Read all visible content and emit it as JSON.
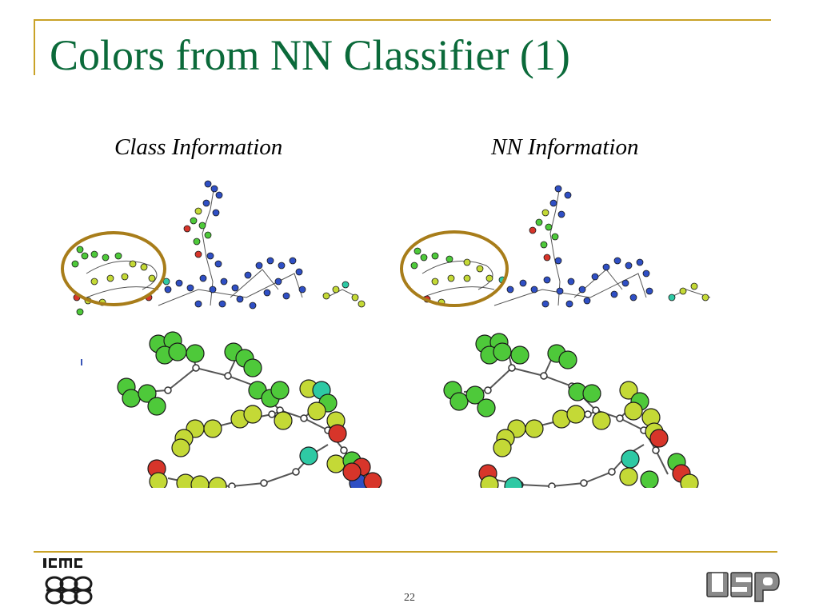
{
  "slide": {
    "title": "Colors from NN Classifier (1)",
    "page_number": "22"
  },
  "captions": {
    "left": "Class Information",
    "right": "NN Information"
  },
  "logos": {
    "left": "ICMC",
    "right": "USP"
  },
  "colors": {
    "title": "#0b6a3a",
    "accent_rule": "#c9a227",
    "highlight_ellipse": "#a87d1a",
    "node_blue": "#2f4fc4",
    "node_green": "#4ec93a",
    "node_yellow_green": "#c4d936",
    "node_red": "#d7352a",
    "node_teal": "#2ec9a4",
    "edge": "#555555"
  }
}
